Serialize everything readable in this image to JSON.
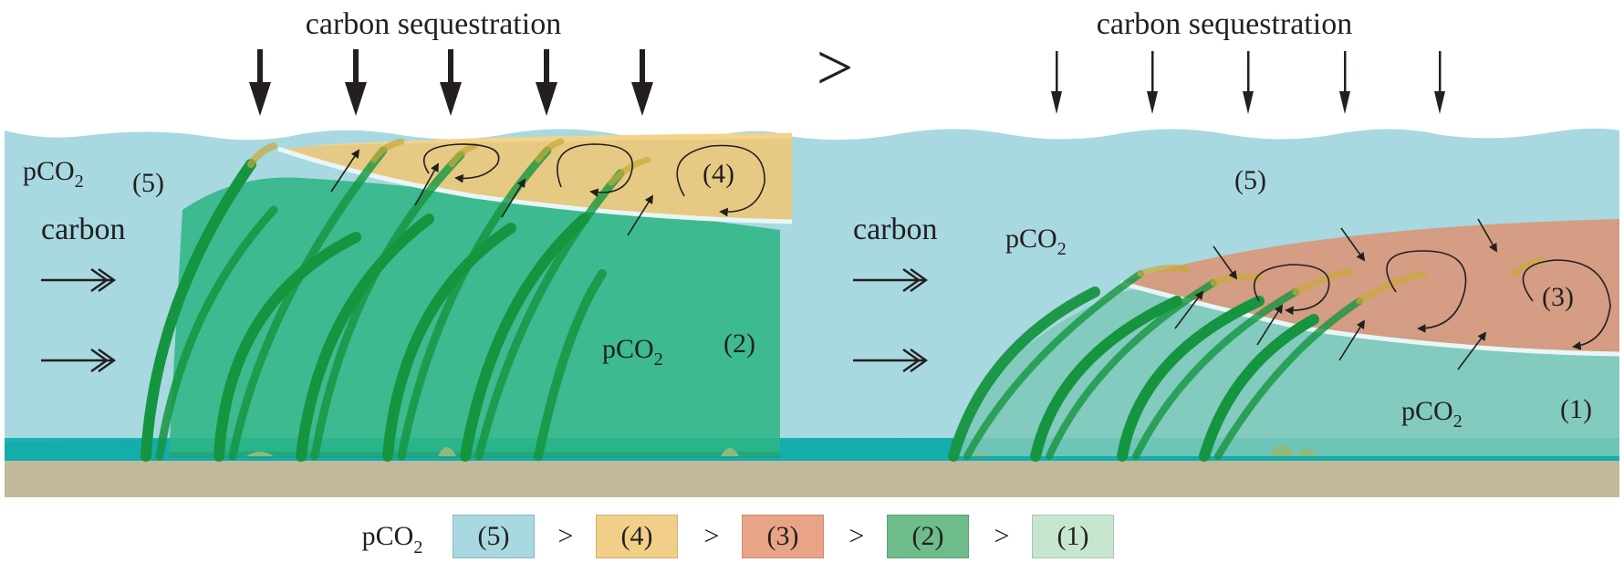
{
  "left_panel": {
    "title": "carbon sequestration",
    "carbon_label": "carbon",
    "water_pco2": "pCO",
    "water_pco2_sub": "2",
    "water_level": "(5)",
    "canopy_level": "(4)",
    "inner_pco2": "pCO",
    "inner_pco2_sub": "2",
    "inner_level": "(2)"
  },
  "comparison_symbol": ">",
  "right_panel": {
    "title": "carbon sequestration",
    "carbon_label": "carbon",
    "water_pco2": "pCO",
    "water_pco2_sub": "2",
    "water_level": "(5)",
    "canopy_level": "(3)",
    "inner_pco2": "pCO",
    "inner_pco2_sub": "2",
    "inner_level": "(1)"
  },
  "legend": {
    "label": "pCO",
    "label_sub": "2",
    "items": [
      {
        "text": "(5)",
        "color": "#a8d8e0"
      },
      {
        "text": "(4)",
        "color": "#f2cf88"
      },
      {
        "text": "(3)",
        "color": "#e9a487"
      },
      {
        "text": "(2)",
        "color": "#6dbc8a"
      },
      {
        "text": "(1)",
        "color": "#c7e6cf"
      }
    ],
    "separator": ">"
  },
  "colors": {
    "water": "#a8d8e0",
    "seabed": "#c2b89a",
    "sediment_layer": "#19b3b5",
    "seagrass": "#15953f",
    "zone_2": "#2db584",
    "zone_4": "#e9c97e",
    "zone_3": "#d69a7e",
    "zone_1": "#7cc8b8"
  }
}
